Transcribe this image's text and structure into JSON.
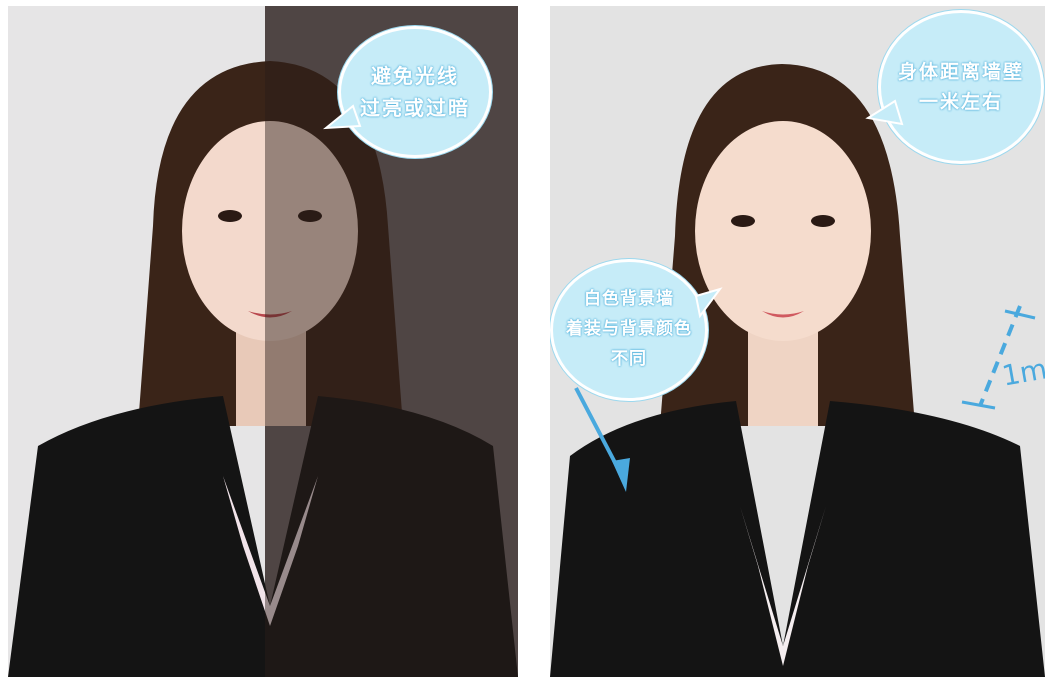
{
  "left_photo": {
    "callout": {
      "line1": "避免光线",
      "line2": "过亮或过暗"
    }
  },
  "right_photo": {
    "callout_distance": {
      "line1": "身体距离墙壁",
      "line2": "一米左右"
    },
    "callout_background": {
      "line1": "白色背景墙",
      "line2": "着装与背景颜色",
      "line3": "不同"
    },
    "measure_label": "1m"
  },
  "colors": {
    "bubble_fill": "#c6ecf8",
    "bubble_text": "#ffffff",
    "arrow": "#4aa9de",
    "jacket": "#141414",
    "hair": "#3a2418"
  }
}
